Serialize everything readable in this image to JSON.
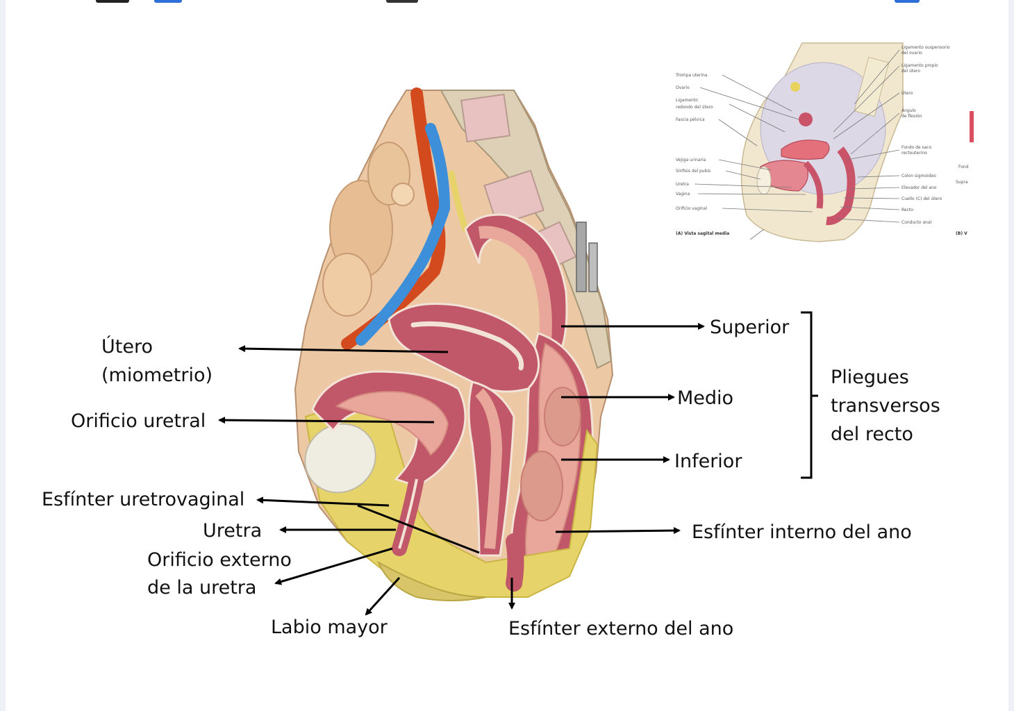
{
  "labels": {
    "utero_1": "Útero",
    "utero_2": "(miometrio)",
    "orificio_uretral": "Orificio uretral",
    "esfinter_uretrovaginal": "Esfínter uretrovaginal",
    "uretra": "Uretra",
    "orificio_externo_1": "Orificio externo",
    "orificio_externo_2": "de la uretra",
    "labio_mayor": "Labio mayor",
    "esfinter_externo_ano": "Esfínter externo del ano",
    "esfinter_interno_ano": "Esfínter interno del ano",
    "superior": "Superior",
    "medio": "Medio",
    "inferior": "Inferior",
    "pliegues_1": "Pliegues",
    "pliegues_2": "transversos",
    "pliegues_3": "del recto"
  },
  "inset": {
    "left_labels": [
      "Trompa uterina",
      "Ovario",
      "Ligamento",
      "redondo del útero",
      "Fascia pélvica",
      "",
      "Vejiga urinaria",
      "Sínfisis del pubis",
      "Uretra",
      "Vagina",
      "Orificio vaginal"
    ],
    "right_labels": [
      "Ligamento suspensorio",
      "del ovario",
      "Ligamento propio",
      "del útero",
      "Útero",
      "Ángulo",
      "de flexión",
      "Fondo de saco",
      "rectouterino",
      "Colon sigmoideo",
      "Elevador del ano",
      "Cuello (C) del útero",
      "Recto",
      "Conducto anal"
    ],
    "caption_a": "(A) Vista sagital media",
    "caption_b": "(B) V",
    "edge_labels": [
      "Fond",
      "Supra"
    ]
  },
  "colors": {
    "background": "#ffffff",
    "label_text": "#111111",
    "arrow": "#000000",
    "muscle": "#c0586a",
    "mucosa": "#e8a79a",
    "fat": "#e6d46a",
    "artery": "#d24a1e",
    "vein": "#3c8fd8",
    "skin": "#ecc9a4",
    "bone": "#ddd0b6"
  }
}
